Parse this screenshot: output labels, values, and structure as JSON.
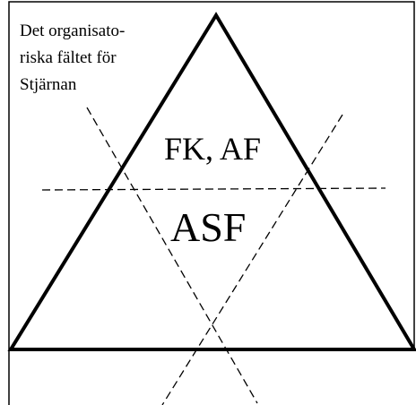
{
  "caption": {
    "lines": [
      "Det organisato-",
      "riska fältet för",
      "Stjärnan"
    ]
  },
  "labels": {
    "upper": "FK, AF",
    "lower": "ASF"
  },
  "colors": {
    "stroke": "#000000",
    "background": "#ffffff"
  }
}
